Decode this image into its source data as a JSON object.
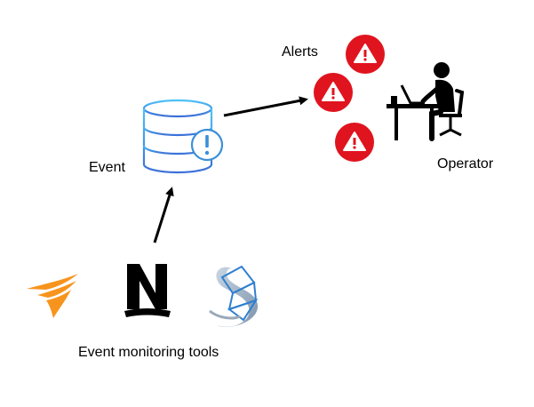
{
  "labels": {
    "alerts": "Alerts",
    "event": "Event",
    "operator": "Operator",
    "tools": "Event monitoring tools"
  },
  "alerts": [
    {
      "icon": "alert-triangle-icon"
    },
    {
      "icon": "alert-triangle-icon"
    },
    {
      "icon": "alert-triangle-icon"
    }
  ],
  "tools": [
    {
      "icon": "solarwinds-logo-icon"
    },
    {
      "icon": "nagios-logo-icon"
    },
    {
      "icon": "sql-server-logo-icon"
    }
  ],
  "colors": {
    "alert_red": "#e0141e",
    "database_blue": "#3a8fd8",
    "solarwinds_orange": "#f7941d",
    "arrow": "#000000"
  }
}
